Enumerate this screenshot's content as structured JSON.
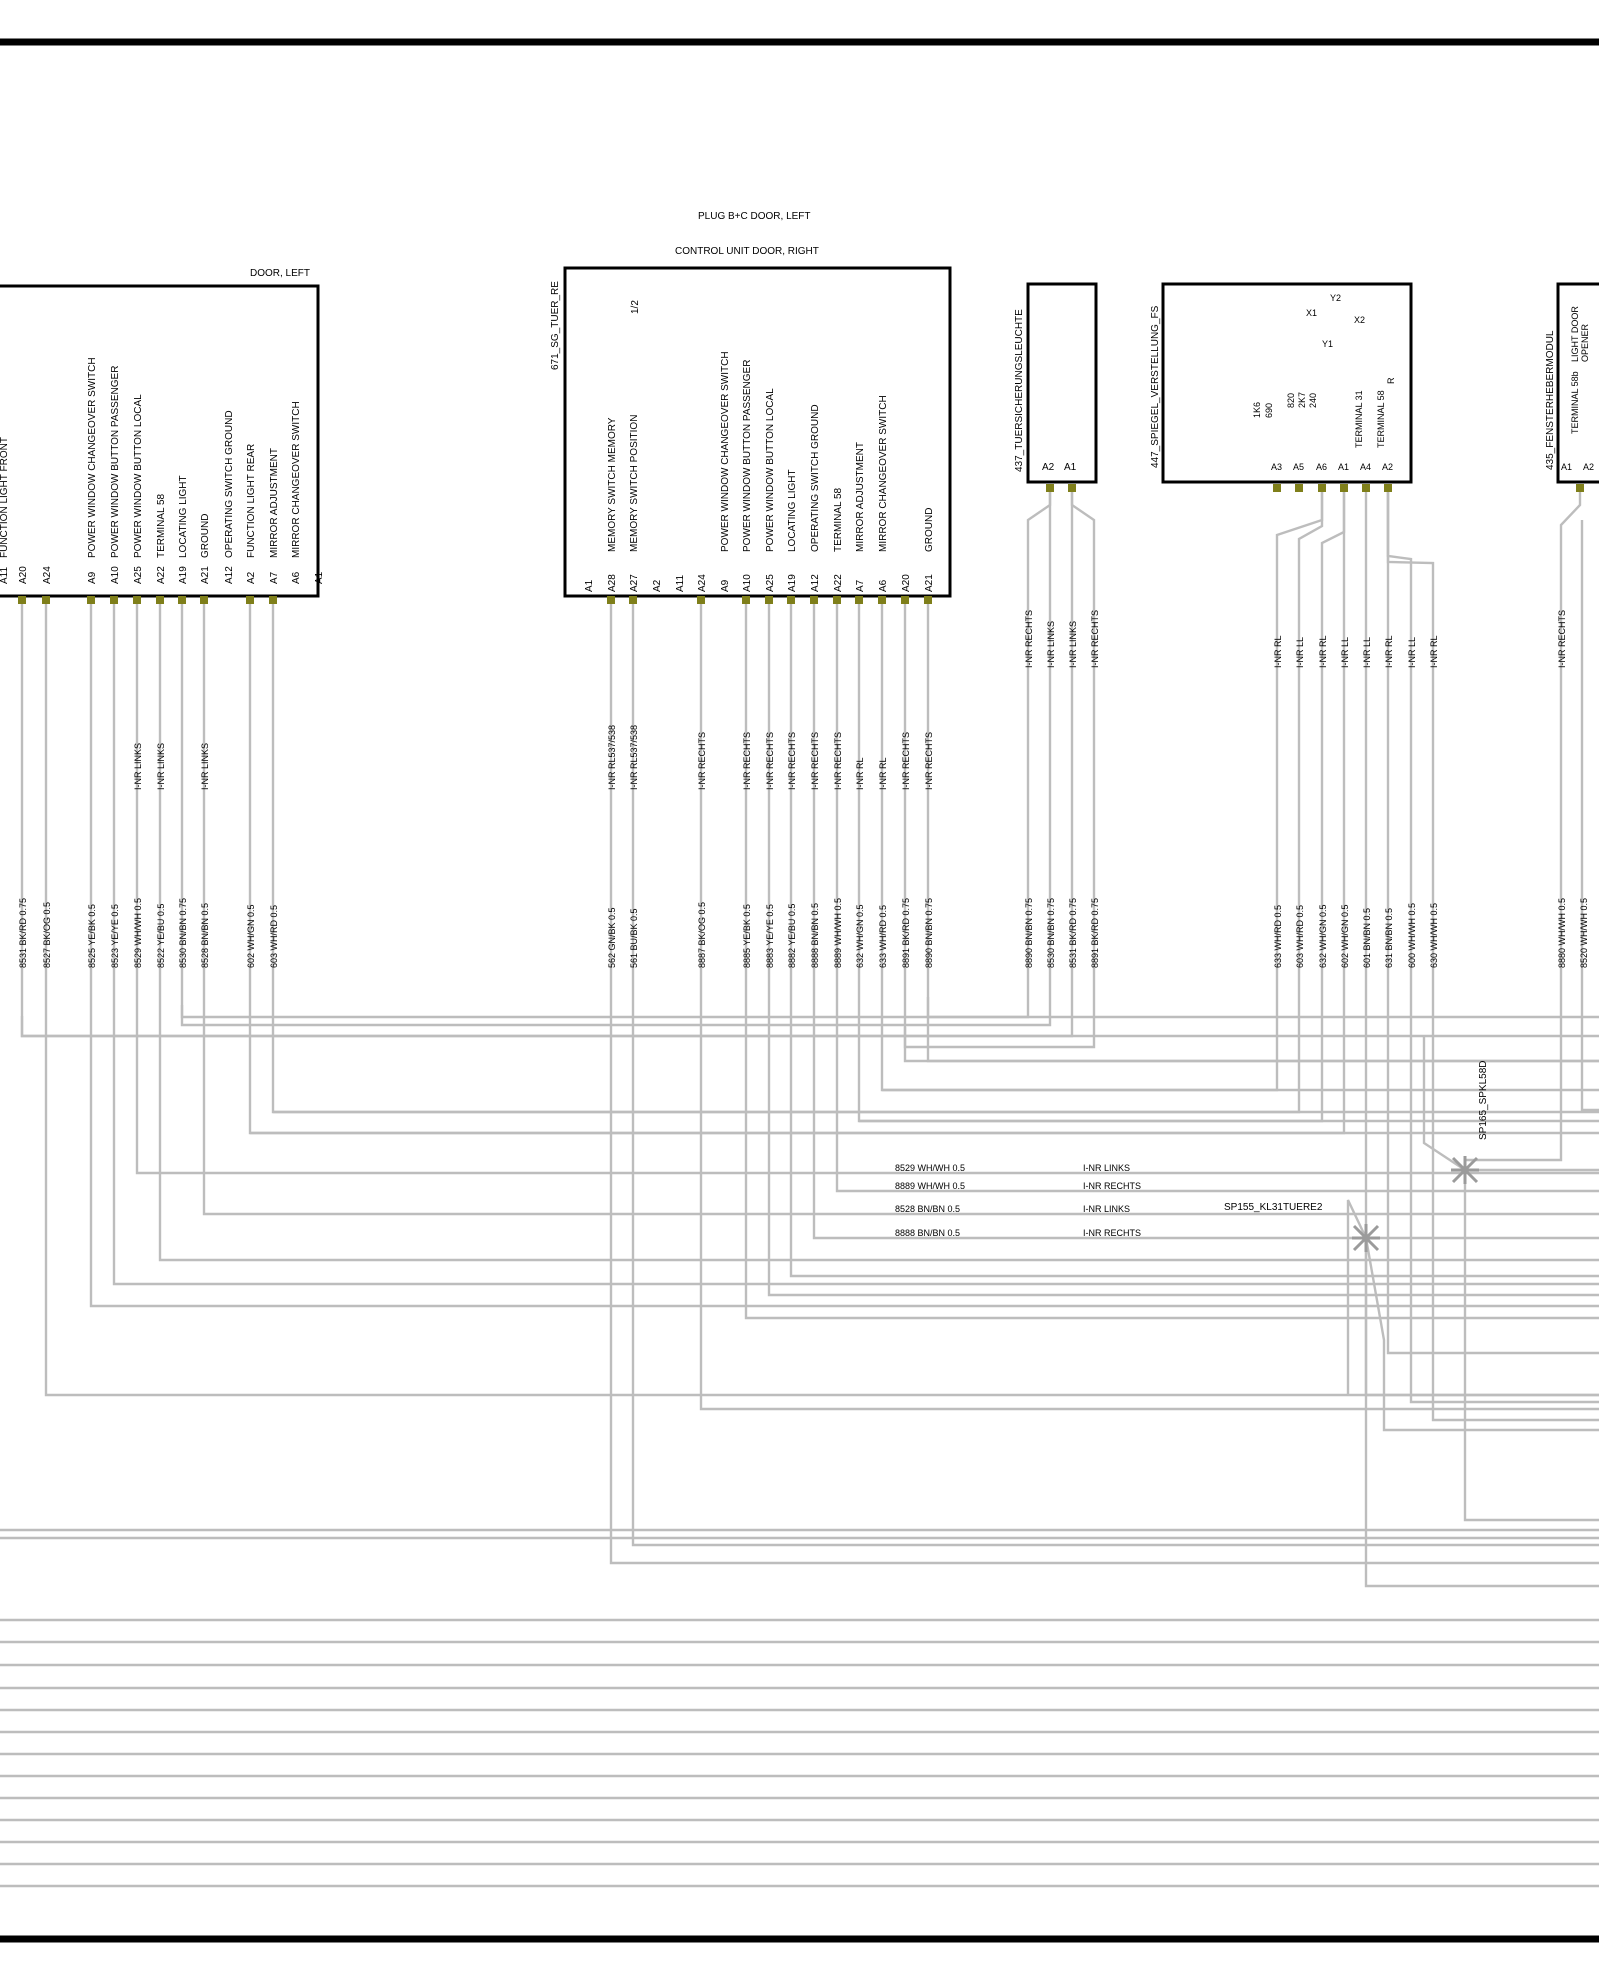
{
  "plug_title": "PLUG B+C DOOR, LEFT",
  "modules": {
    "door_left": {
      "title": "DOOR, LEFT",
      "pins": [
        {
          "id": "A11",
          "func": "FUNCTION LIGHT  FRONT",
          "wire": "8531 BK/RD 0.75",
          "note": ""
        },
        {
          "id": "A20",
          "func": "",
          "wire": "8531 BK/RD 0.75",
          "note": ""
        },
        {
          "id": "A24",
          "func": "",
          "wire": "8527 BK/OG 0.5",
          "note": ""
        },
        {
          "id": "A9",
          "func": "POWER WINDOW   CHANGEOVER SWITCH",
          "wire": "8525 YE/BK 0.5",
          "note": ""
        },
        {
          "id": "A10",
          "func": "POWER WINDOW   BUTTON  PASSENGER",
          "wire": "8523 YE/YE 0.5",
          "note": ""
        },
        {
          "id": "A25",
          "func": "POWER WINDOW BUTTON  LOCAL",
          "wire": "8529 WH/WH 0.5",
          "note": "I-NR LINKS"
        },
        {
          "id": "A22",
          "func": "TERMINAL 58",
          "wire": "8522 YE/BU 0.5",
          "note": "I-NR LINKS"
        },
        {
          "id": "A19",
          "func": "LOCATING LIGHT",
          "wire": "8530 BN/BN 0.75",
          "note": ""
        },
        {
          "id": "A21",
          "func": "GROUND",
          "wire": "8528 BN/BN 0.5",
          "note": "I-NR LINKS"
        },
        {
          "id": "A12",
          "func": "OPERATING SWITCH GROUND",
          "wire": "",
          "note": ""
        },
        {
          "id": "A2",
          "func": "FUNCTION LIGHT  REAR",
          "wire": "602 WH/GN 0.5",
          "note": ""
        },
        {
          "id": "A7",
          "func": "MIRROR ADJUSTMENT",
          "wire": "603 WH/RD 0.5",
          "note": ""
        },
        {
          "id": "A6",
          "func": "MIRROR  CHANGEOVER SWITCH",
          "wire": "",
          "note": ""
        },
        {
          "id": "A1",
          "func": "",
          "wire": "",
          "note": ""
        }
      ]
    },
    "sg_tuer_re": {
      "code": "671_SG_TUER_RE",
      "title": "CONTROL UNIT  DOOR, RIGHT",
      "page": "1/2",
      "pins": [
        {
          "id": "A1",
          "func": "",
          "wire": "",
          "note": ""
        },
        {
          "id": "A28",
          "func": "MEMORY SWITCH    MEMORY",
          "wire": "562 GN/BK 0.5",
          "note": "I-NR RL537/538"
        },
        {
          "id": "A27",
          "func": "MEMORY SWITCH    POSITION",
          "wire": "561 BU/BK 0.5",
          "note": "I-NR RL537/538"
        },
        {
          "id": "A2",
          "func": "",
          "wire": "",
          "note": ""
        },
        {
          "id": "A11",
          "func": "",
          "wire": "",
          "note": ""
        },
        {
          "id": "A24",
          "func": "",
          "wire": "8887 BK/OG 0.5",
          "note": "I-NR RECHTS"
        },
        {
          "id": "A9",
          "func": "POWER WINDOW   CHANGEOVER SWITCH",
          "wire": "",
          "note": ""
        },
        {
          "id": "A10",
          "func": "POWER WINDOW   BUTTON  PASSENGER",
          "wire": "8885 YE/BK 0.5",
          "note": "I-NR RECHTS"
        },
        {
          "id": "A25",
          "func": "POWER WINDOW   BUTTON  LOCAL",
          "wire": "8883 YE/YE 0.5",
          "note": "I-NR RECHTS"
        },
        {
          "id": "A19",
          "func": "LOCATING LIGHT",
          "wire": "8882 YE/BU 0.5",
          "note": "I-NR RECHTS"
        },
        {
          "id": "A12",
          "func": "OPERATING SWITCH GROUND",
          "wire": "8888 BN/BN 0.5",
          "note": "I-NR RECHTS"
        },
        {
          "id": "A22",
          "func": "TERMINAL 58",
          "wire": "8889 WH/WH 0.5",
          "note": "I-NR RECHTS"
        },
        {
          "id": "A7",
          "func": "MIRROR ADJUSTMENT",
          "wire": "632 WH/GN 0.5",
          "note": "I-NR RL"
        },
        {
          "id": "A6",
          "func": "MIRROR  CHANGEOVER SWITCH",
          "wire": "633 WH/RD 0.5",
          "note": "I-NR RL"
        },
        {
          "id": "A20",
          "func": "",
          "wire": "8891 BK/RD 0.75",
          "note": "I-NR RECHTS"
        },
        {
          "id": "A21",
          "func": "GROUND",
          "wire": "8890 BN/BN 0.75",
          "note": "I-NR RECHTS"
        }
      ]
    },
    "tuersicherung": {
      "code": "437_TUERSICHERUNGSLEUCHTE",
      "pins": [
        {
          "id": "A2",
          "wires": [
            "8890 BN/BN 0.75",
            "8530 BN/BN 0.75"
          ],
          "notes": [
            "I-NR RECHTS",
            "I-NR LINKS"
          ]
        },
        {
          "id": "A1",
          "wires": [
            "8531 BK/RD 0.75",
            "8891 BK/RD 0.75"
          ],
          "notes": [
            "I-NR LINKS",
            "I-NR RECHTS"
          ]
        }
      ]
    },
    "spiegel": {
      "code": "447_SPIEGEL_VERSTELLUNG_FS",
      "labels": [
        "Y2",
        "X1",
        "X2",
        "Y1",
        "1K6",
        "690",
        "820",
        "2K7",
        "240",
        "TERMINAL 31",
        "TERMINAL 58",
        "R"
      ],
      "pins": [
        {
          "id": "A3",
          "wire": "633 WH/RD 0.5",
          "note": "I-NR RL"
        },
        {
          "id": "A5",
          "wire": "603 WH/RD 0.5",
          "note": "I-NR LL"
        },
        {
          "id": "A6",
          "wire": "632 WH/GN 0.5",
          "note": "I-NR RL"
        },
        {
          "id": "A1",
          "wire": "602 WH/GN 0.5",
          "note": "I-NR LL"
        },
        {
          "id": "A4",
          "wire": "601 BN/BN 0.5",
          "note": "I-NR LL"
        },
        {
          "id": "A2",
          "wire": "631 BN/BN 0.5",
          "note": "I-NR RL"
        },
        {
          "id": "",
          "wire": "600 WH/WH 0.5",
          "note": "I-NR LL"
        },
        {
          "id": "",
          "wire": "630 WH/WH 0.5",
          "note": "I-NR RL"
        }
      ]
    },
    "fensterheber": {
      "code": "435_FENSTERHEBERMODUL",
      "labels": [
        "LIGHT DOOR",
        "OPENER",
        "TERMINAL 58b"
      ],
      "pins": [
        {
          "id": "A1",
          "wire": "8880 WH/WH 0.5",
          "note": "I-NR RECHTS"
        },
        {
          "id": "A2",
          "wire": "8520 WH/WH 0.5",
          "note": ""
        }
      ]
    }
  },
  "splices": [
    {
      "name": "SP165_SPKL58D"
    },
    {
      "name": "SP155_KL31TUERE2"
    }
  ],
  "splice_wires": [
    {
      "wire": "8529 WH/WH 0.5",
      "note": "I-NR LINKS"
    },
    {
      "wire": "8889 WH/WH 0.5",
      "note": "I-NR RECHTS"
    },
    {
      "wire": "8528 BN/BN 0.5",
      "note": "I-NR LINKS"
    },
    {
      "wire": "8888 BN/BN 0.5",
      "note": "I-NR RECHTS"
    }
  ],
  "colors": {
    "wire": "#bdbdbd",
    "box": "#000000",
    "pin": "#7f7f1a"
  }
}
